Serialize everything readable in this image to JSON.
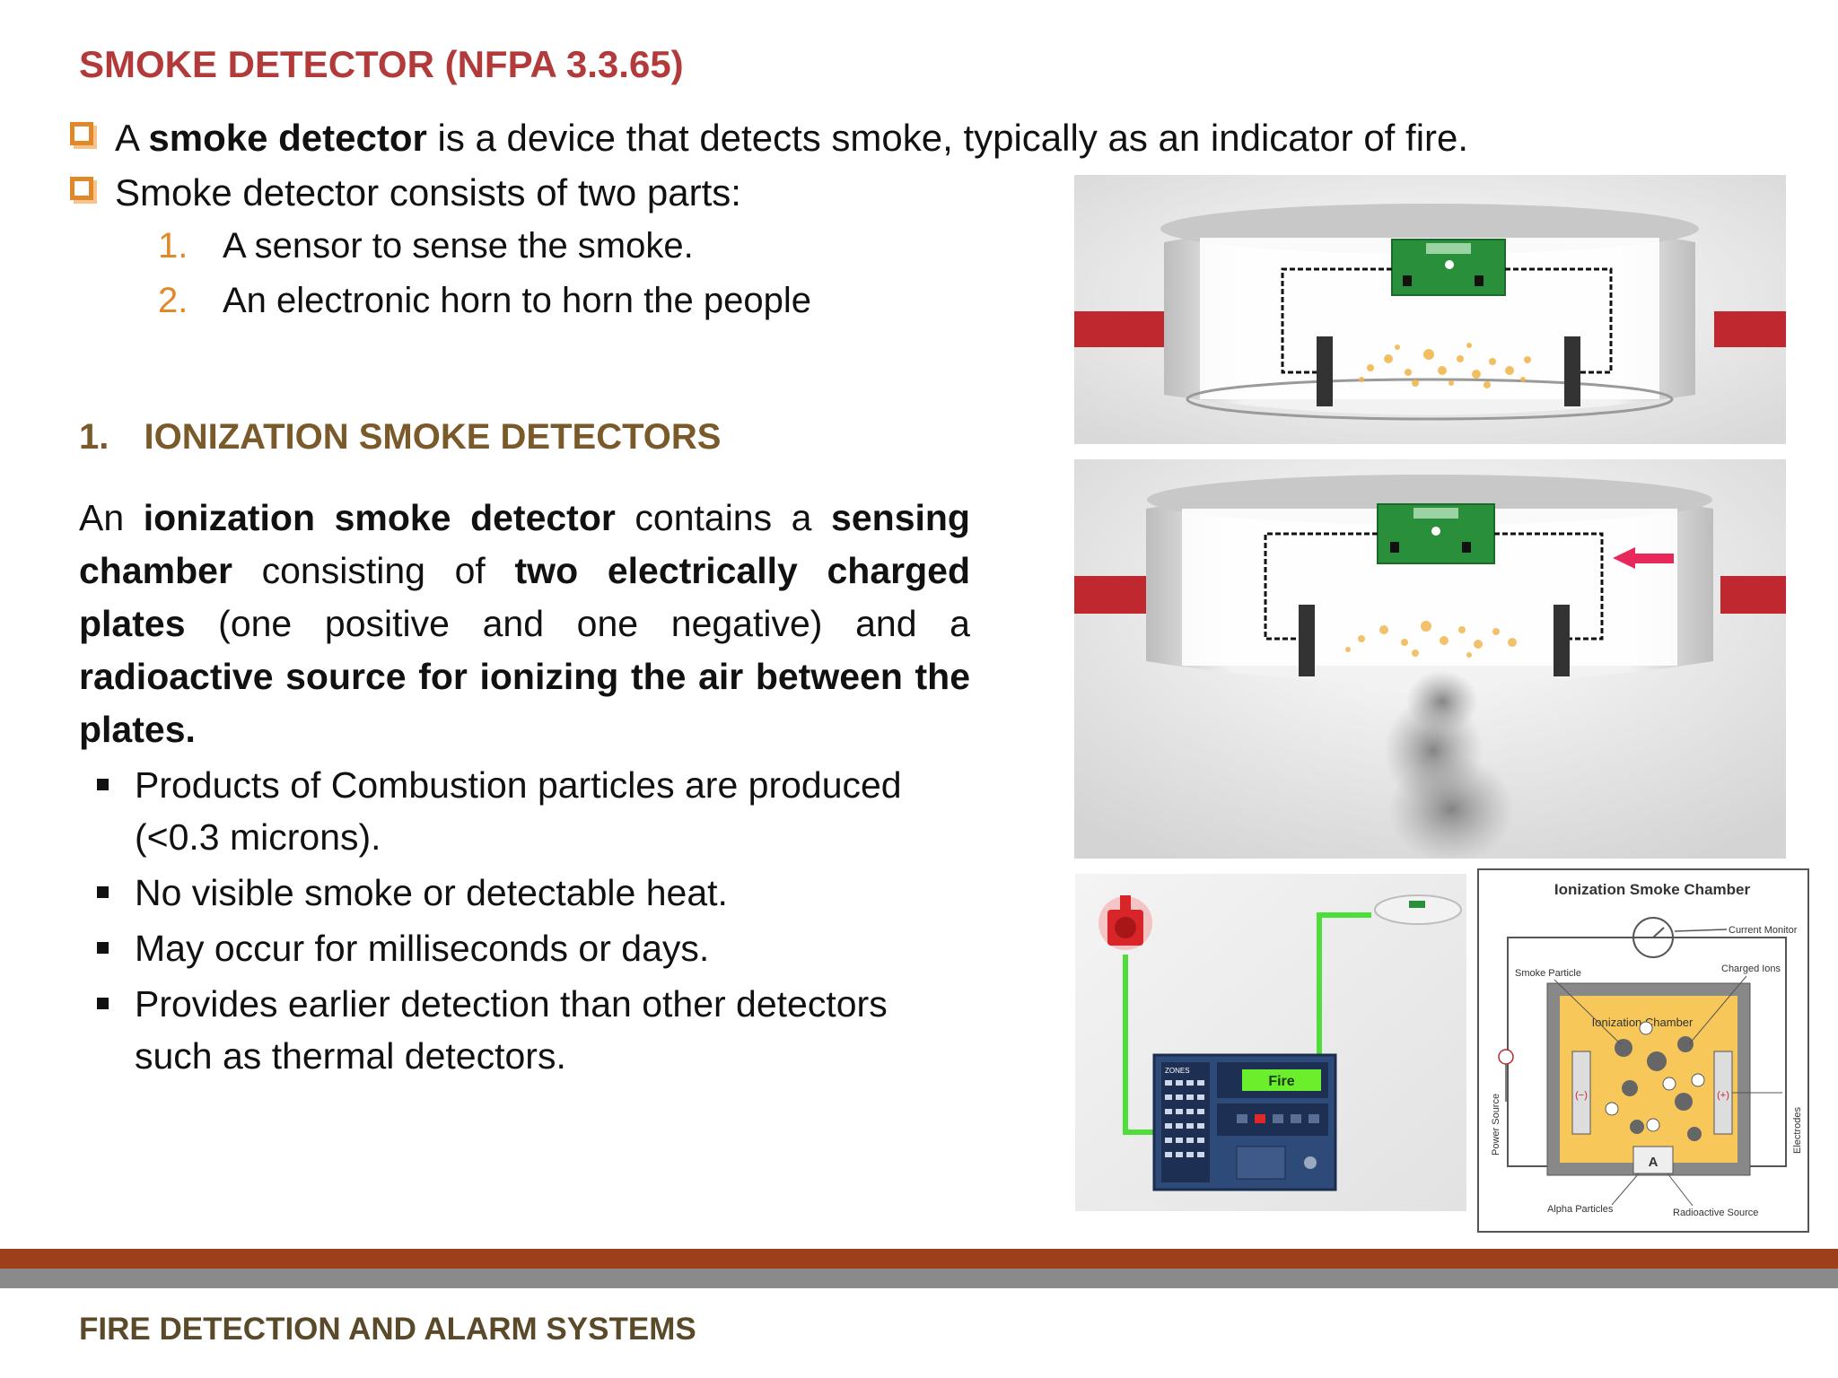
{
  "slide": {
    "title": "SMOKE DETECTOR (NFPA 3.3.65)",
    "bullet1": {
      "pre": "A ",
      "bold": "smoke detector",
      "post": " is a device that detects smoke, typically as an indicator of fire."
    },
    "bullet2": "Smoke detector consists of two parts:",
    "parts": [
      {
        "num": "1.",
        "text": "A sensor to sense the smoke."
      },
      {
        "num": "2.",
        "text": "An electronic horn to horn the people"
      }
    ],
    "section_num": "1.",
    "section_title": "IONIZATION SMOKE DETECTORS",
    "paragraph": {
      "p1": "An ",
      "b1": "ionization smoke detector",
      "p2": " contains a ",
      "b2": "sensing chamber",
      "p3": " consisting of ",
      "b3": "two electrically charged plates",
      "p4": " (one positive and one negative) and a ",
      "b4": "radioactive source for ionizing the air between the plates."
    },
    "sub_bullets": [
      "Products of Combustion particles are  produced (<0.3 microns).",
      "No visible smoke or  detectable heat.",
      "May occur for milliseconds or days.",
      "Provides earlier detection than other detectors such  as thermal detectors."
    ],
    "footer": "FIRE DETECTION AND ALARM SYSTEMS"
  },
  "panel": {
    "label": "Fire",
    "zones": "ZONES"
  },
  "chamber_diagram": {
    "title": "Ionization Smoke Chamber",
    "current_monitor": "Current Monitor",
    "smoke_particle": "Smoke Particle",
    "charged_ions": "Charged Ions",
    "ionization_chamber": "Ionization Chamber",
    "power_source": "Power Source",
    "electrodes": "Electrodes",
    "alpha_particles": "Alpha Particles",
    "radioactive_source": "Radioactive Source",
    "minus": "(−)",
    "plus": "(+)",
    "source_letter": "A"
  },
  "colors": {
    "title": "#b23a3a",
    "accent_orange": "#e0882a",
    "section": "#7a5a2a",
    "bar_top": "#9c3f1a",
    "bar_bottom": "#8a8a8a"
  }
}
